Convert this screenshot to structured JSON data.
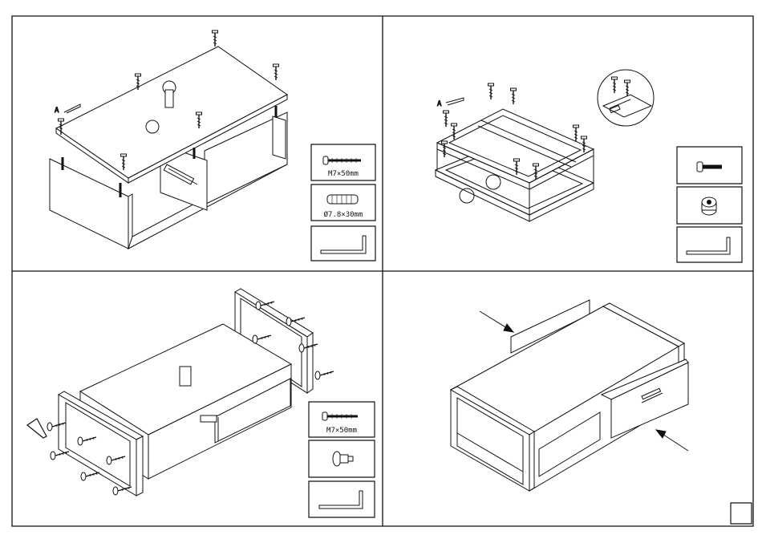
{
  "panels": [
    {
      "id": "step-1",
      "parts": [
        {
          "icon": "bolt-icon",
          "label": "M7×50mm"
        },
        {
          "icon": "dowel-icon",
          "label": "Ø7.8×30mm"
        },
        {
          "icon": "allen-key-icon",
          "label": ""
        }
      ]
    },
    {
      "id": "step-2",
      "parts": [
        {
          "icon": "screw-icon",
          "label": ""
        },
        {
          "icon": "cam-nut-icon",
          "label": ""
        },
        {
          "icon": "allen-key-icon",
          "label": ""
        }
      ]
    },
    {
      "id": "step-3",
      "parts": [
        {
          "icon": "bolt-icon",
          "label": "M7×50mm"
        },
        {
          "icon": "cam-bolt-icon",
          "label": ""
        },
        {
          "icon": "allen-key-icon",
          "label": ""
        }
      ]
    },
    {
      "id": "step-4",
      "parts": []
    }
  ],
  "colors": {
    "ink": "#111111",
    "paper": "#ffffff"
  }
}
